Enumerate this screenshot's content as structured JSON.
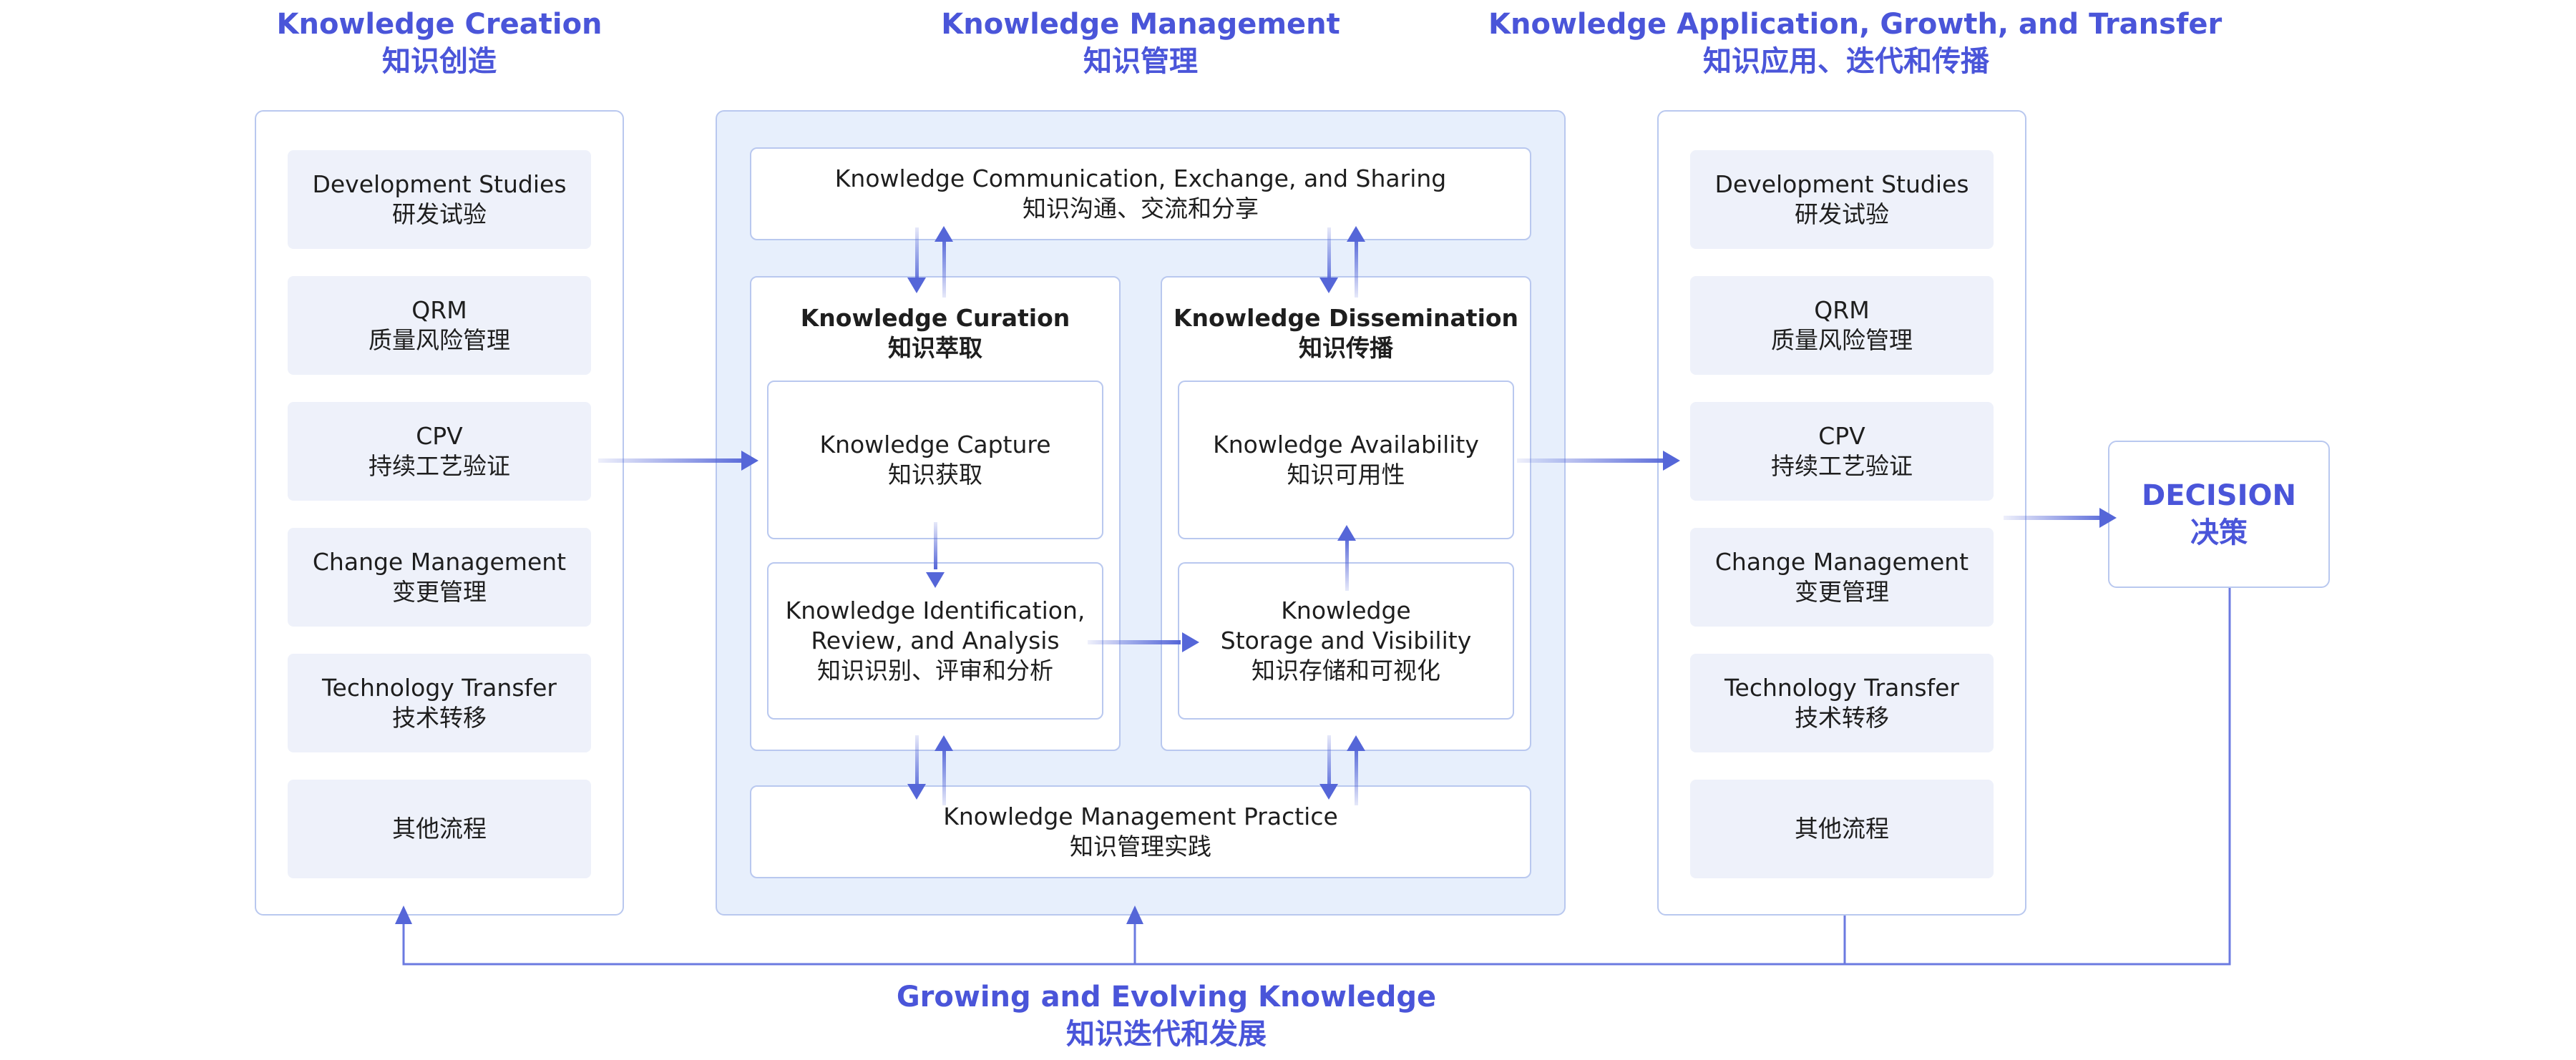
{
  "headers": {
    "creation": {
      "en": "Knowledge Creation",
      "zh": "知识创造"
    },
    "management": {
      "en": "Knowledge Management",
      "zh": "知识管理"
    },
    "application": {
      "en": "Knowledge Application, Growth, and Transfer",
      "zh": "知识应用、迭代和传播"
    }
  },
  "creation_items": [
    {
      "en": "Development Studies",
      "zh": "研发试验"
    },
    {
      "en": "QRM",
      "zh": "质量风险管理"
    },
    {
      "en": "CPV",
      "zh": "持续工艺验证"
    },
    {
      "en": "Change Management",
      "zh": "变更管理"
    },
    {
      "en": "Technology Transfer",
      "zh": "技术转移"
    },
    {
      "en": "",
      "zh": "其他流程"
    }
  ],
  "application_items": [
    {
      "en": "Development Studies",
      "zh": "研发试验"
    },
    {
      "en": "QRM",
      "zh": "质量风险管理"
    },
    {
      "en": "CPV",
      "zh": "持续工艺验证"
    },
    {
      "en": "Change Management",
      "zh": "变更管理"
    },
    {
      "en": "Technology Transfer",
      "zh": "技术转移"
    },
    {
      "en": "",
      "zh": "其他流程"
    }
  ],
  "management": {
    "communication": {
      "en": "Knowledge Communication, Exchange, and Sharing",
      "zh": "知识沟通、交流和分享"
    },
    "curation": {
      "title_en": "Knowledge Curation",
      "title_zh": "知识萃取",
      "capture": {
        "en": "Knowledge Capture",
        "zh": "知识获取"
      },
      "identification": {
        "en1": "Knowledge Identification,",
        "en2": "Review, and Analysis",
        "zh": "知识识别、评审和分析"
      }
    },
    "dissemination": {
      "title_en": "Knowledge Dissemination",
      "title_zh": "知识传播",
      "availability": {
        "en": "Knowledge Availability",
        "zh": "知识可用性"
      },
      "storage": {
        "en1": "Knowledge",
        "en2": "Storage and Visibility",
        "zh": "知识存储和可视化"
      }
    },
    "practice": {
      "en": "Knowledge Management Practice",
      "zh": "知识管理实践"
    }
  },
  "decision": {
    "en": "DECISION",
    "zh": "决策"
  },
  "footer": {
    "en": "Growing and Evolving Knowledge",
    "zh": "知识迭代和发展"
  },
  "colors": {
    "accent": "#4a55d9",
    "border": "#b9c8ef",
    "panel": "#e7effc",
    "item": "#eef1fa",
    "arrow": "#5566d8"
  }
}
